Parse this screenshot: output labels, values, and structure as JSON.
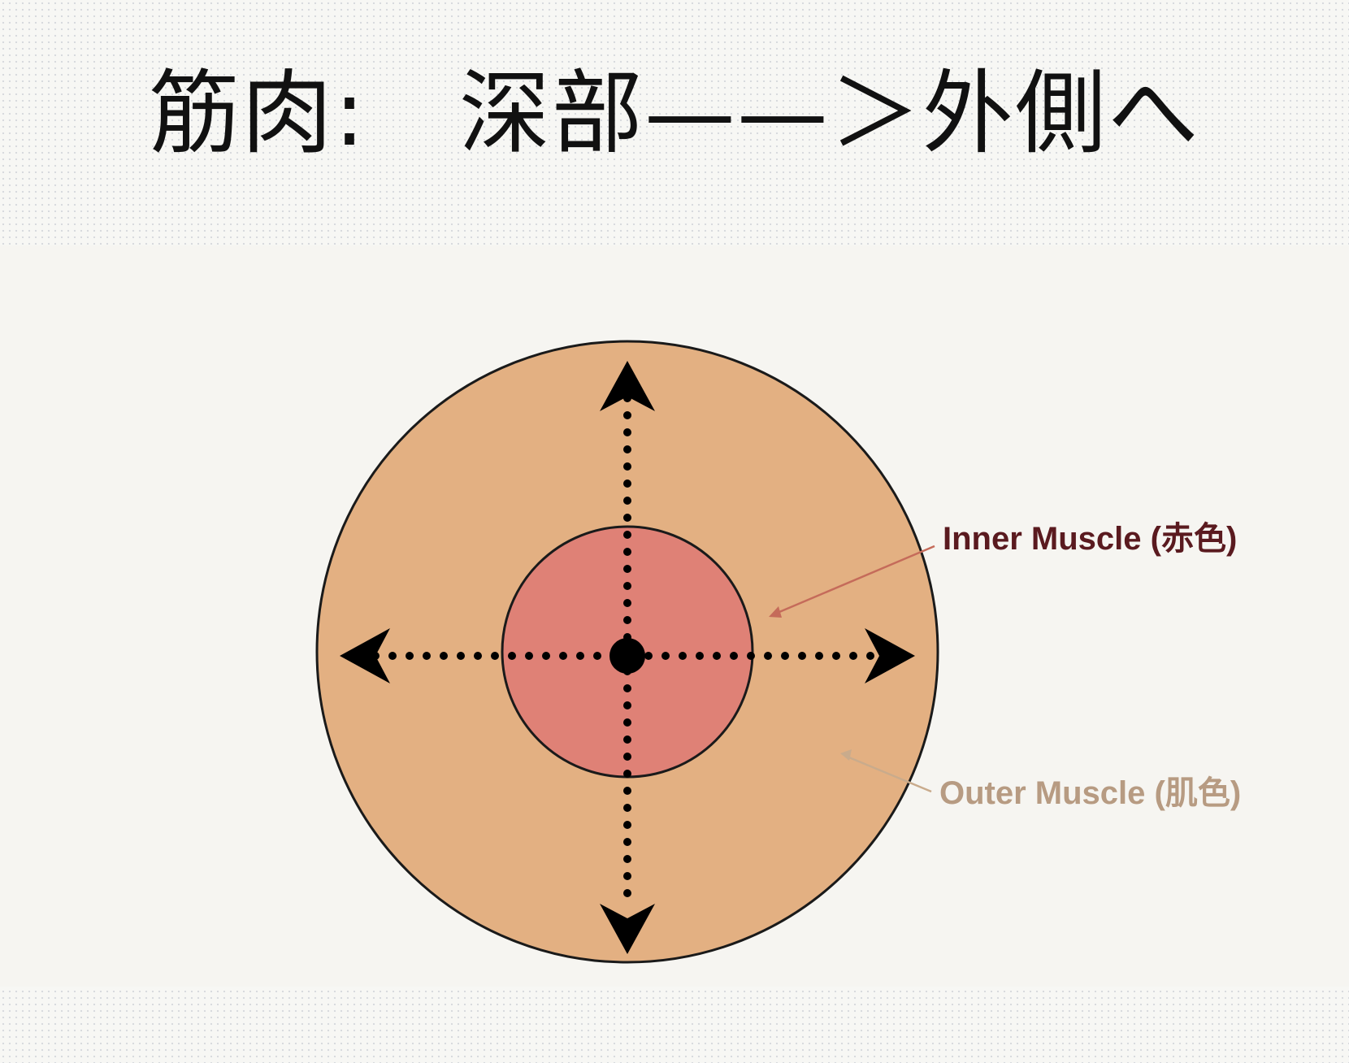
{
  "title": "筋肉:　深部——＞外側へ",
  "labels": {
    "inner": "Inner Muscle (赤色)",
    "outer": "Outer Muscle (肌色)"
  },
  "colors": {
    "outer_fill": "#e3b082",
    "inner_fill": "#df8176",
    "inner_label": "#5a1a1f",
    "outer_label": "#b79b82",
    "inner_leader": "#c56b5a",
    "outer_leader": "#c9ab8c",
    "arrow": "#000000"
  },
  "icons": {
    "arrows": [
      "arrow-up-icon",
      "arrow-down-icon",
      "arrow-left-icon",
      "arrow-right-icon"
    ],
    "center": "center-dot-icon"
  }
}
